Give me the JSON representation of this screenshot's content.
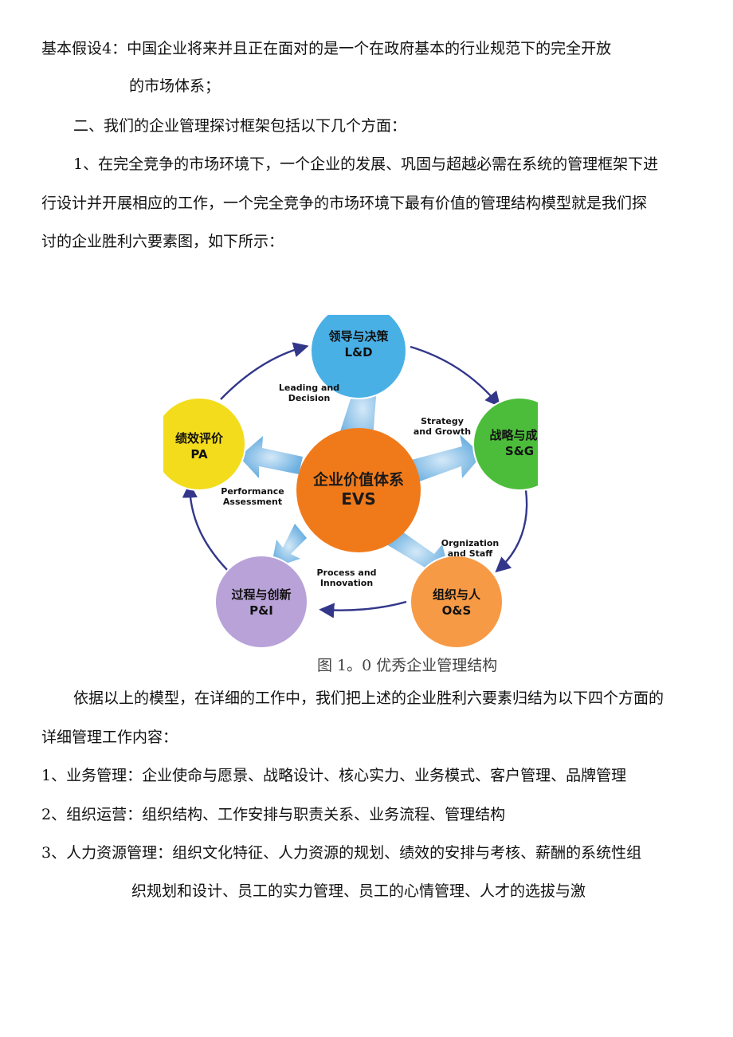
{
  "para": {
    "l1": "基本假设4：中国企业将来并且正在面对的是一个在政府基本的行业规范下的完全开放",
    "l2": "的市场体系；",
    "l3": "二、我们的企业管理探讨框架包括以下几个方面：",
    "l4": "1、在完全竞争的市场环境下，一个企业的发展、巩固与超越必需在系统的管理框架下进",
    "l5": "行设计并开展相应的工作，一个完全竞争的市场环境下最有价值的管理结构模型就是我们探",
    "l6": "讨的企业胜利六要素图，如下所示："
  },
  "diagram": {
    "center": {
      "cn": "企业价值体系",
      "en": "EVS",
      "color": "#f07a1a"
    },
    "nodes": {
      "ld": {
        "cn": "领导与决策",
        "en": "L&D",
        "color": "#49b0e6"
      },
      "sg": {
        "cn": "战略与成长",
        "en": "S&G",
        "color": "#4cbd3a"
      },
      "os": {
        "cn": "组织与人",
        "en": "O&S",
        "color": "#f79a45"
      },
      "pi": {
        "cn": "过程与创新",
        "en": "P&I",
        "color": "#b8a2d8"
      },
      "pa": {
        "cn": "绩效评价",
        "en": "PA",
        "color": "#f3dc1c"
      }
    },
    "labels": {
      "ld1": "Leading and",
      "ld2": "Decision",
      "sg1": "Strategy",
      "sg2": "and Growth",
      "os1": "Orgnization",
      "os2": "and Staff",
      "pi1": "Process and",
      "pi2": "Innovation",
      "pa1": "Performance",
      "pa2": "Assessment"
    }
  },
  "caption": "图 1。0  优秀企业管理结构",
  "after": {
    "l1": "依据以上的模型，在详细的工作中，我们把上述的企业胜利六要素归结为以下四个方面的",
    "l2": "详细管理工作内容：",
    "item1": "1、业务管理：企业使命与愿景、战略设计、核心实力、业务模式、客户管理、品牌管理",
    "item2": "2、组织运营：组织结构、工作安排与职责关系、业务流程、管理结构",
    "item3a": "3、人力资源管理：组织文化特征、人力资源的规划、绩效的安排与考核、薪酬的系统性组",
    "item3b": "织规划和设计、员工的实力管理、员工的心情管理、人才的选拔与激"
  }
}
